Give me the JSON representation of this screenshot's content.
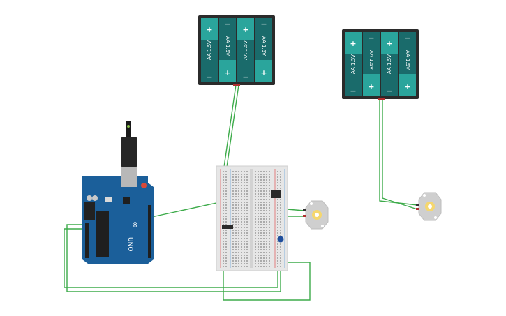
{
  "battery_pack_left": {
    "cells": [
      {
        "label": "AA 1.5V",
        "top": "+",
        "bottom": "−",
        "flipped": false
      },
      {
        "label": "AA 1.5V",
        "top": "−",
        "bottom": "+",
        "flipped": true
      },
      {
        "label": "AA 1.5V",
        "top": "+",
        "bottom": "−",
        "flipped": false
      },
      {
        "label": "AA 1.5V",
        "top": "−",
        "bottom": "+",
        "flipped": true
      }
    ]
  },
  "battery_pack_right": {
    "cells": [
      {
        "label": "AA 1.5V",
        "top": "+",
        "bottom": "−",
        "flipped": false
      },
      {
        "label": "AA 1.5V",
        "top": "−",
        "bottom": "+",
        "flipped": true
      },
      {
        "label": "AA 1.5V",
        "top": "+",
        "bottom": "−",
        "flipped": false
      },
      {
        "label": "AA 1.5V",
        "top": "−",
        "bottom": "+",
        "flipped": true
      }
    ]
  },
  "arduino": {
    "model_label": "UNO",
    "brand_label": "∞"
  },
  "colors": {
    "wire": "#3dab4a",
    "battery_case": "#2b2b2b",
    "battery_cell": "#1a6b6b",
    "battery_cap": "#2aa59c",
    "arduino_board": "#1b5f9a",
    "breadboard": "#e6e6e6",
    "led_base": "#cfcfcf",
    "led_core": "#f5d76e"
  }
}
